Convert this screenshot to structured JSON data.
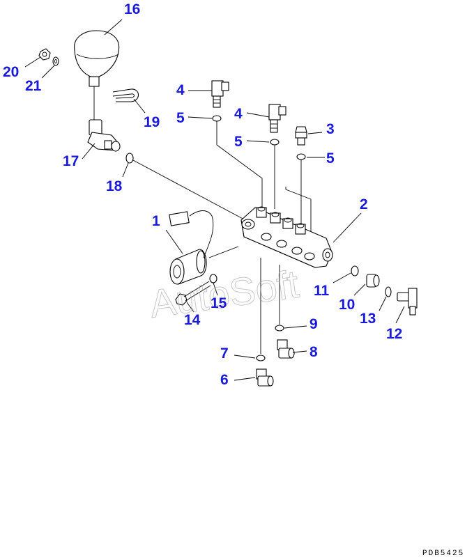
{
  "callouts": [
    {
      "id": "1",
      "label": "1"
    },
    {
      "id": "2",
      "label": "2"
    },
    {
      "id": "3",
      "label": "3"
    },
    {
      "id": "4a",
      "label": "4"
    },
    {
      "id": "4b",
      "label": "4"
    },
    {
      "id": "5a",
      "label": "5"
    },
    {
      "id": "5b",
      "label": "5"
    },
    {
      "id": "5c",
      "label": "5"
    },
    {
      "id": "6",
      "label": "6"
    },
    {
      "id": "7",
      "label": "7"
    },
    {
      "id": "8",
      "label": "8"
    },
    {
      "id": "9",
      "label": "9"
    },
    {
      "id": "10",
      "label": "10"
    },
    {
      "id": "11",
      "label": "11"
    },
    {
      "id": "12",
      "label": "12"
    },
    {
      "id": "13",
      "label": "13"
    },
    {
      "id": "14",
      "label": "14"
    },
    {
      "id": "15",
      "label": "15"
    },
    {
      "id": "16",
      "label": "16"
    },
    {
      "id": "17",
      "label": "17"
    },
    {
      "id": "18",
      "label": "18"
    },
    {
      "id": "19",
      "label": "19"
    },
    {
      "id": "20",
      "label": "20"
    },
    {
      "id": "21",
      "label": "21"
    }
  ],
  "watermark": "AutoSoft",
  "drawing_code": "PDB5425",
  "colors": {
    "callout": "#1a1adb",
    "line": "#000000",
    "watermark": "#9a9a9a"
  }
}
